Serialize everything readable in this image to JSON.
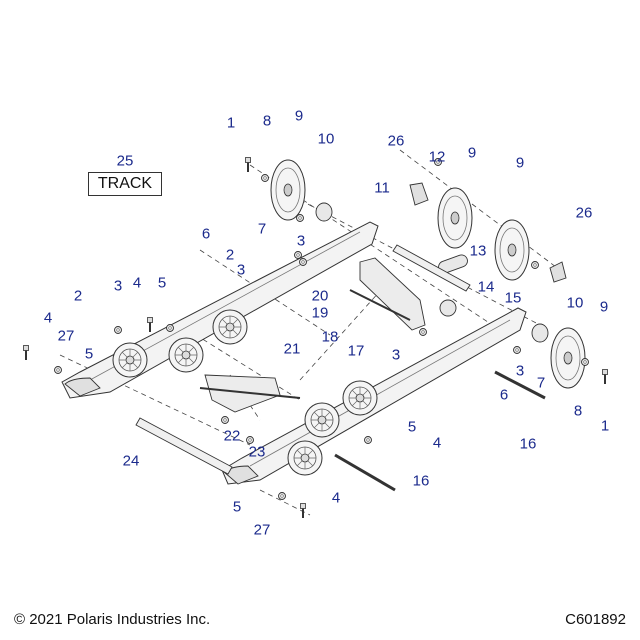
{
  "callout_labels": [
    "1",
    "8",
    "9",
    "10",
    "26",
    "12",
    "9",
    "9",
    "11",
    "26",
    "25",
    "6",
    "7",
    "3",
    "2",
    "3",
    "13",
    "14",
    "15",
    "20",
    "19",
    "18",
    "17",
    "4",
    "5",
    "3",
    "2",
    "4",
    "27",
    "5",
    "3",
    "10",
    "9",
    "21",
    "3",
    "7",
    "8",
    "1",
    "6",
    "16",
    "22",
    "23",
    "24",
    "5",
    "4",
    "16",
    "5",
    "4",
    "27"
  ],
  "track_label": "TRACK",
  "copyright": "© 2021 Polaris Industries Inc.",
  "figure_code": "C601892",
  "colors": {
    "callout": "#1b2a8c",
    "outline": "#333333",
    "part_fill": "#f2f2f2"
  }
}
